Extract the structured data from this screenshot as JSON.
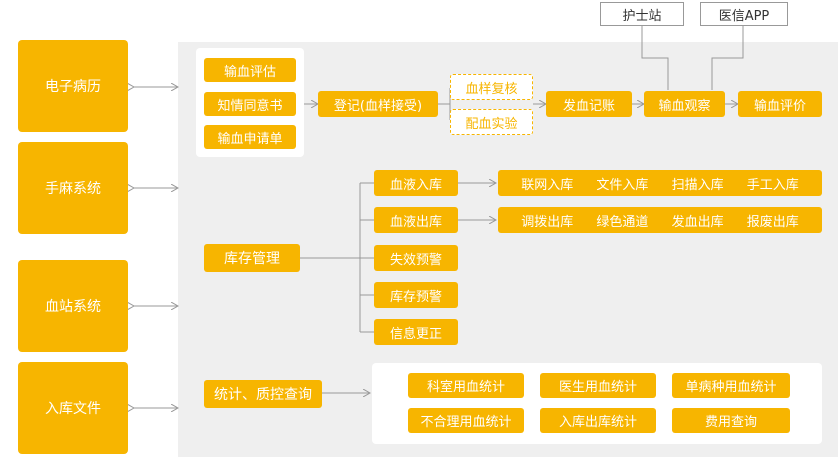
{
  "title_fragment": "",
  "external": {
    "nurse_station": "护士站",
    "medical_app": "医信APP"
  },
  "systems": [
    "电子病历",
    "手麻系统",
    "血站系统",
    "入库文件"
  ],
  "request": [
    "输血评估",
    "知情同意书",
    "输血申请单"
  ],
  "flow": {
    "register": "登记(血样接受)",
    "recheck": "血样复核",
    "match": "配血实验",
    "dispatch": "发血记账",
    "observe": "输血观察",
    "evaluate": "输血评价"
  },
  "inventory": {
    "manage": "库存管理",
    "branches": [
      "血液入库",
      "血液出库",
      "失效预警",
      "库存预警",
      "信息更正"
    ],
    "in_items": [
      "联网入库",
      "文件入库",
      "扫描入库",
      "手工入库"
    ],
    "out_items": [
      "调拨出库",
      "绿色通道",
      "发血出库",
      "报废出库"
    ]
  },
  "statistics": {
    "query": "统计、质控查询",
    "items": [
      "科室用血统计",
      "医生用血统计",
      "单病种用血统计",
      "不合理用血统计",
      "入库出库统计",
      "费用查询"
    ]
  },
  "colors": {
    "accent": "#f7b500",
    "panel": "#efefef",
    "line": "#999999"
  }
}
